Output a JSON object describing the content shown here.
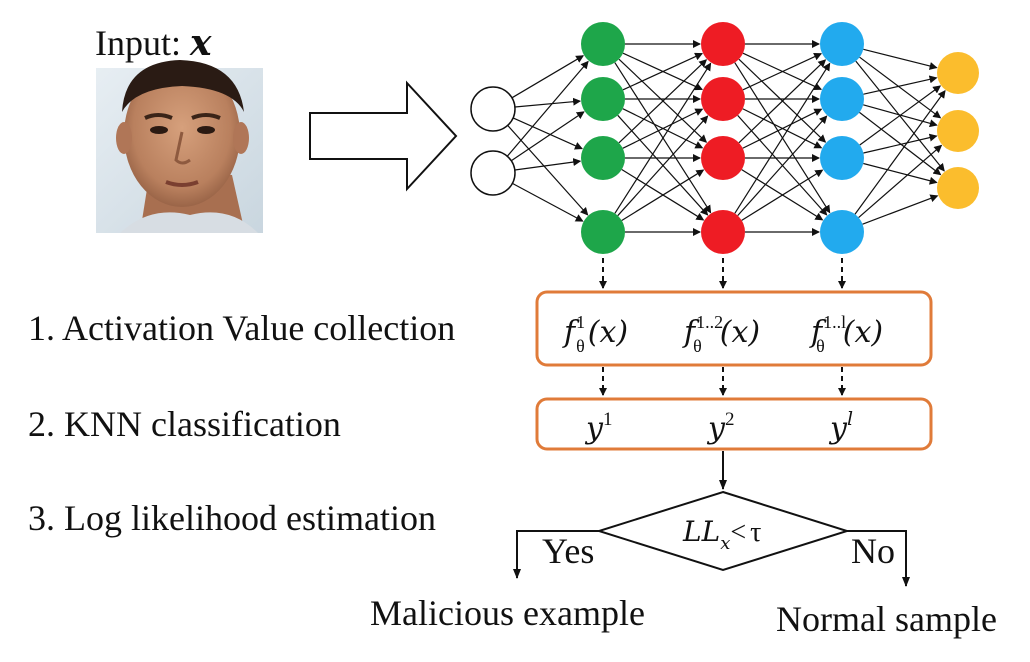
{
  "input": {
    "label": "Input: ",
    "var": "x"
  },
  "steps": [
    "1. Activation Value collection",
    "2. KNN classification",
    "3. Log likelihood estimation"
  ],
  "features": [
    {
      "base": "f",
      "sub": "θ",
      "sup": "1"
    },
    {
      "base": "f",
      "sub": "θ",
      "sup": "1..2"
    },
    {
      "base": "f",
      "sub": "θ",
      "sup": "1..l"
    }
  ],
  "feature_arg": "(x)",
  "labels": [
    {
      "base": "y",
      "sup": "1"
    },
    {
      "base": "y",
      "sup": "2"
    },
    {
      "base": "y",
      "sup": "l"
    }
  ],
  "decision": {
    "base": "LL",
    "sub": "x",
    "op": "<",
    "thr": "τ"
  },
  "branches": {
    "yes": "Yes",
    "no": "No"
  },
  "outcomes": {
    "malicious": "Malicious example",
    "normal": "Normal sample"
  },
  "network": {
    "layers": [
      {
        "count": 2,
        "color": "#ffffff"
      },
      {
        "count": 4,
        "color": "#1ea64a"
      },
      {
        "count": 4,
        "color": "#ee1c24"
      },
      {
        "count": 4,
        "color": "#22aaee"
      },
      {
        "count": 3,
        "color": "#fbbd2d"
      }
    ]
  },
  "colors": {
    "box_border": "#e07b39",
    "line": "#111111"
  }
}
